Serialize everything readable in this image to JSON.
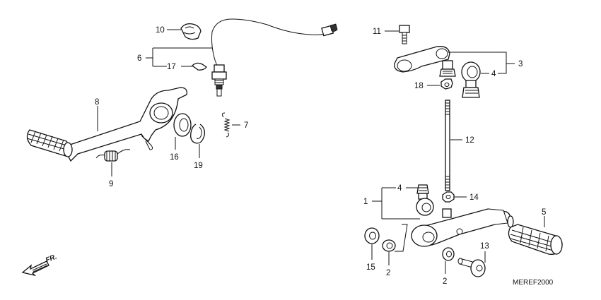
{
  "diagram": {
    "code": "MEREF2000",
    "front_arrow_text": "FR.",
    "callouts": [
      {
        "id": "c1",
        "text": "1"
      },
      {
        "id": "c2a",
        "text": "2"
      },
      {
        "id": "c2b",
        "text": "2"
      },
      {
        "id": "c3",
        "text": "3"
      },
      {
        "id": "c4a",
        "text": "4"
      },
      {
        "id": "c4b",
        "text": "4"
      },
      {
        "id": "c5",
        "text": "5"
      },
      {
        "id": "c6",
        "text": "6"
      },
      {
        "id": "c7",
        "text": "7"
      },
      {
        "id": "c8",
        "text": "8"
      },
      {
        "id": "c9",
        "text": "9"
      },
      {
        "id": "c10",
        "text": "10"
      },
      {
        "id": "c11",
        "text": "11"
      },
      {
        "id": "c12",
        "text": "12"
      },
      {
        "id": "c13",
        "text": "13"
      },
      {
        "id": "c14",
        "text": "14"
      },
      {
        "id": "c15",
        "text": "15"
      },
      {
        "id": "c16",
        "text": "16"
      },
      {
        "id": "c17",
        "text": "17"
      },
      {
        "id": "c18",
        "text": "18"
      },
      {
        "id": "c19",
        "text": "19"
      }
    ]
  }
}
